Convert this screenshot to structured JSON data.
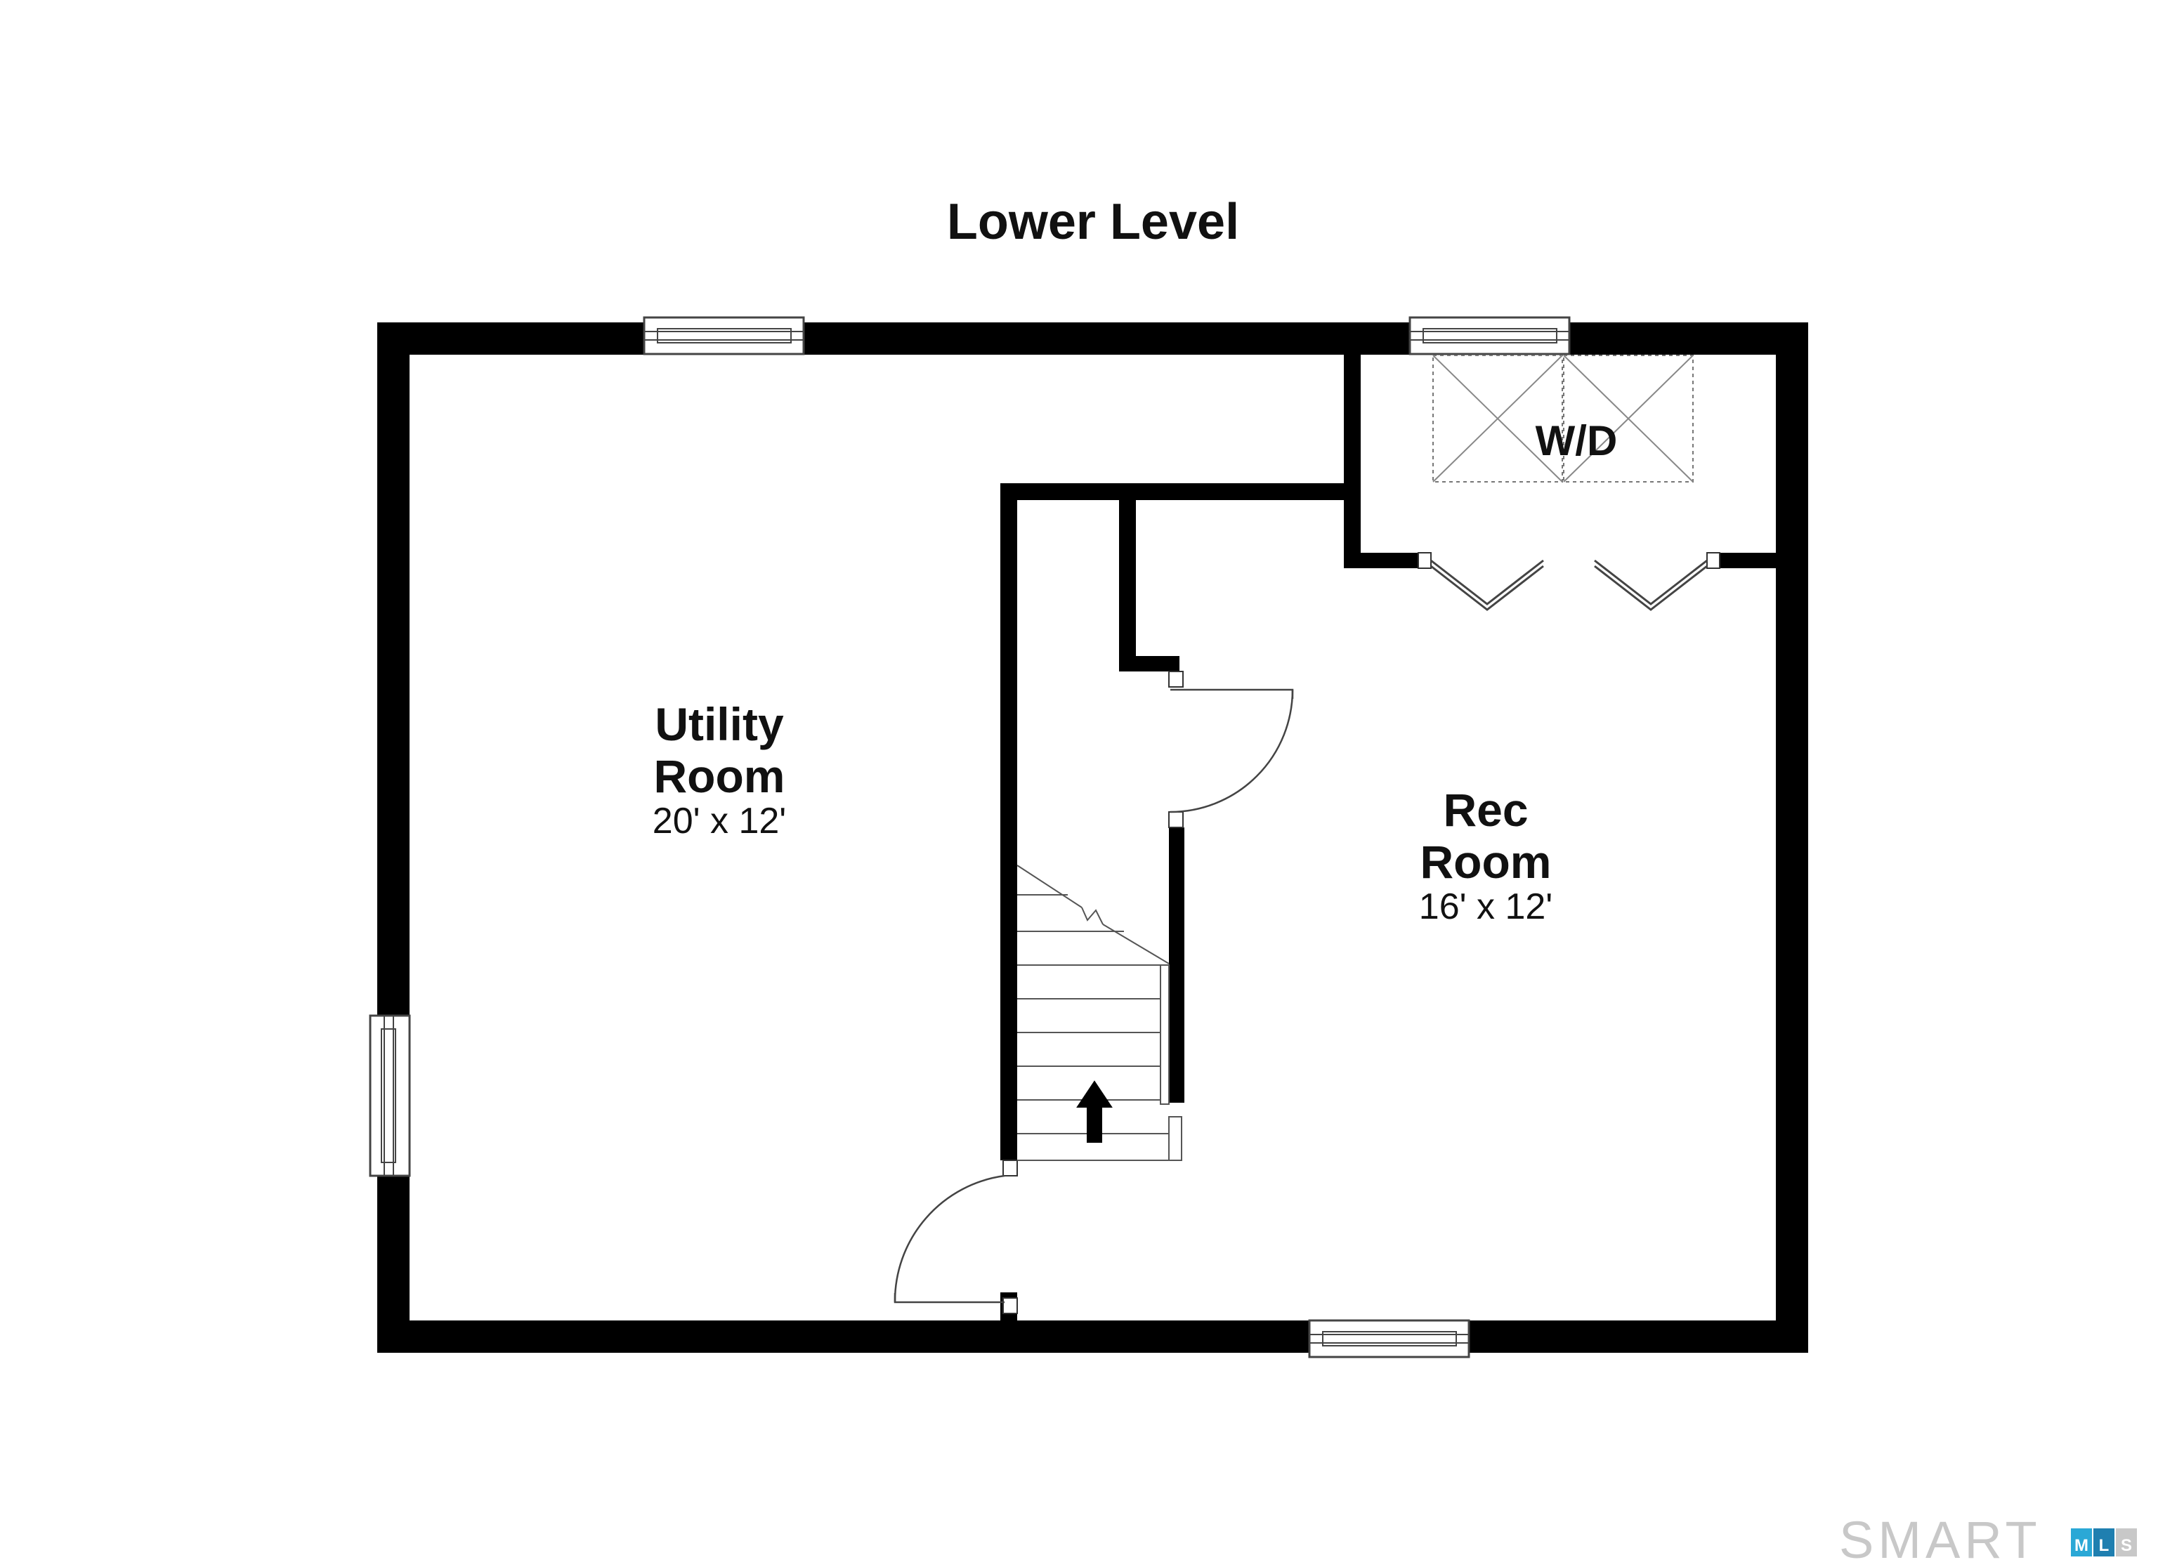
{
  "title": "Lower Level",
  "rooms": [
    {
      "name_line1": "Utility",
      "name_line2": "Room",
      "size": "20' x 12'"
    },
    {
      "name_line1": "Rec",
      "name_line2": "Room",
      "size": "16' x 12'"
    }
  ],
  "appliance_label": "W/D",
  "logo": {
    "text": "SMART",
    "badge": [
      "M",
      "L",
      "S"
    ],
    "colors": {
      "text": "#c8c8c8",
      "badge": [
        "#2aa8d6",
        "#1f7fb0",
        "#c8c8c8"
      ]
    }
  },
  "colors": {
    "wall": "#000000",
    "background": "#ffffff",
    "line": "#555555"
  }
}
